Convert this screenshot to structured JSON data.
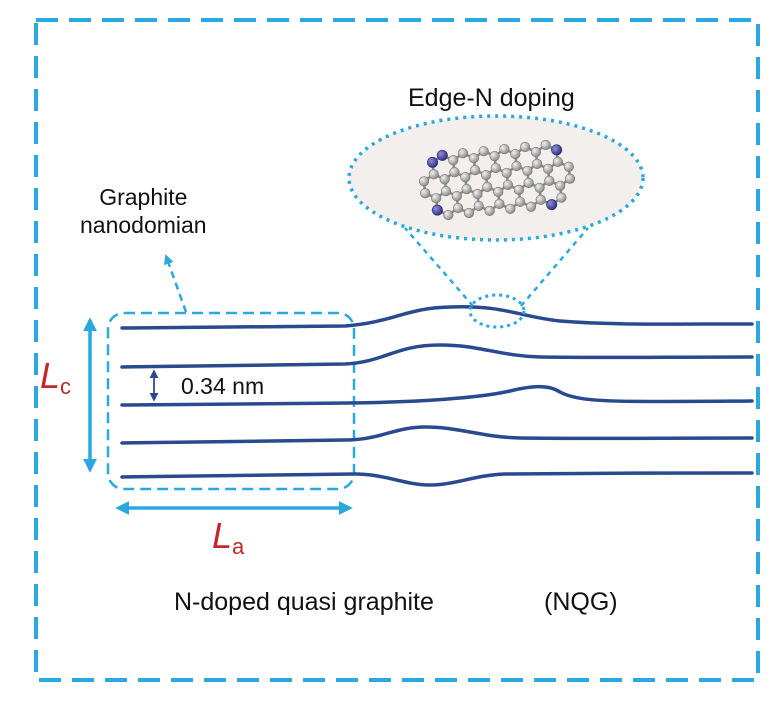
{
  "colors": {
    "frame": "#29a9e0",
    "layer": "#2a4a8f",
    "dimension_label": "#c0282d",
    "carbon_atom": "#bdbdbd",
    "nitrogen_atom": "#4b4aa3",
    "molecule_bg": "#f3efec"
  },
  "labels": {
    "graphite_line1": "Graphite",
    "graphite_line2": "nanodomian",
    "edge_doping": "Edge-N doping",
    "interlayer_spacing": "0.34 nm",
    "lc_letter": "L",
    "lc_sub": "c",
    "la_letter": "L",
    "la_sub": "a",
    "material_name": "N-doped  quasi graphite",
    "material_abbr": "(NQG)"
  },
  "icons": {
    "molecule": "nitrogen-doped-graphene-molecule-icon",
    "spacing_arrow": "double-arrow-icon"
  }
}
